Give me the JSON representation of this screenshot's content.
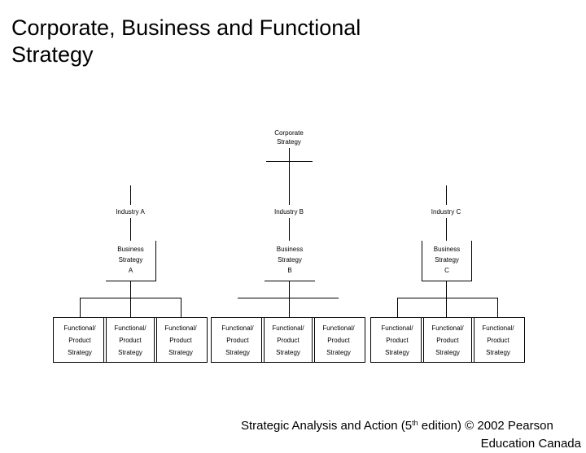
{
  "slide": {
    "title": "Corporate, Business and Functional\nStrategy",
    "background_color": "#ffffff",
    "line_color": "#000000",
    "text_color": "#000000"
  },
  "diagram": {
    "type": "organizational-hierarchy",
    "root": {
      "label": "Corporate\nStrategy"
    },
    "industries": [
      {
        "industry_label": "Industry A",
        "business_label": "Business\nStrategy\nA",
        "functional_units": [
          "Functional/\nProduct\nStrategy",
          "Functional/\nProduct\nStrategy",
          "Functional/\nProduct\nStrategy"
        ]
      },
      {
        "industry_label": "Industry B",
        "business_label": "Business\nStrategy\nB",
        "functional_units": [
          "Functional/\nProduct\nStrategy",
          "Functional/\nProduct\nStrategy",
          "Functional/\nProduct\nStrategy"
        ]
      },
      {
        "industry_label": "Industry C",
        "business_label": "Business\nStrategy\nC",
        "functional_units": [
          "Functional/\nProduct\nStrategy",
          "Functional/\nProduct\nStrategy",
          "Functional/\nProduct\nStrategy"
        ]
      }
    ]
  },
  "footer": {
    "line1_prefix": "Strategic Analysis and Action (5",
    "line1_sup": "th",
    "line1_suffix": " edition) © 2002 Pearson",
    "line2": "Education Canada"
  }
}
